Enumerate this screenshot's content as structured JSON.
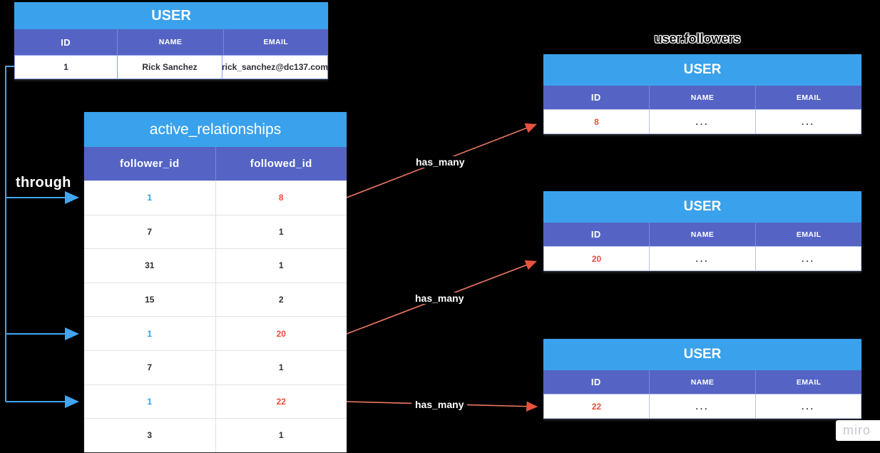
{
  "labels": {
    "user_followers": "user.followers",
    "through": "through",
    "has_many_1": "has_many",
    "has_many_2": "has_many",
    "has_many_3": "has_many"
  },
  "user_table": {
    "title": "USER",
    "columns": [
      "ID",
      "NAME",
      "EMAIL"
    ],
    "row": {
      "id": "1",
      "name": "Rick Sanchez",
      "email": "rick_sanchez@dc137.com"
    }
  },
  "active_relationships": {
    "title": "active_relationships",
    "columns": [
      "follower_id",
      "followed_id"
    ],
    "rows": [
      {
        "follower_id": "1",
        "followed_id": "8"
      },
      {
        "follower_id": "7",
        "followed_id": "1"
      },
      {
        "follower_id": "31",
        "followed_id": "1"
      },
      {
        "follower_id": "15",
        "followed_id": "2"
      },
      {
        "follower_id": "1",
        "followed_id": "20"
      },
      {
        "follower_id": "7",
        "followed_id": "1"
      },
      {
        "follower_id": "1",
        "followed_id": "22"
      },
      {
        "follower_id": "3",
        "followed_id": "1"
      }
    ]
  },
  "follower_tables": [
    {
      "title": "USER",
      "columns": [
        "ID",
        "NAME",
        "EMAIL"
      ],
      "row": {
        "id": "8",
        "name": "...",
        "email": "..."
      }
    },
    {
      "title": "USER",
      "columns": [
        "ID",
        "NAME",
        "EMAIL"
      ],
      "row": {
        "id": "20",
        "name": "...",
        "email": "..."
      }
    },
    {
      "title": "USER",
      "columns": [
        "ID",
        "NAME",
        "EMAIL"
      ],
      "row": {
        "id": "22",
        "name": "...",
        "email": "..."
      }
    }
  ],
  "watermark": "miro",
  "colors": {
    "background": "#000000",
    "table_header_blue": "#3aa2ec",
    "column_header_indigo": "#5564c4",
    "highlight_blue": "#2f9ff0",
    "highlight_red": "#ed4c35",
    "arrow_blue": "#42a5f2",
    "arrow_red": "#ef7964"
  }
}
